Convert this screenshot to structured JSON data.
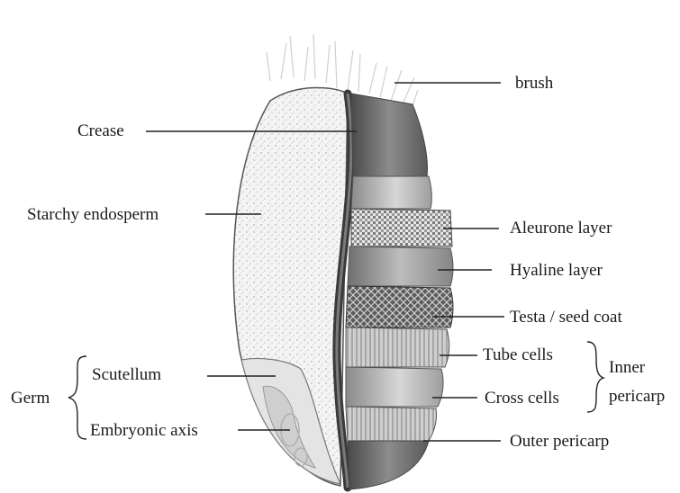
{
  "diagram": {
    "labels": {
      "brush": "brush",
      "crease": "Crease",
      "starchy_endosperm": "Starchy endosperm",
      "aleurone_layer": "Aleurone layer",
      "hyaline_layer": "Hyaline layer",
      "testa_seed_coat": "Testa / seed coat",
      "tube_cells": "Tube cells",
      "inner_pericarp_line1": "Inner",
      "inner_pericarp_line2": "pericarp",
      "cross_cells": "Cross cells",
      "scutellum": "Scutellum",
      "germ": "Germ",
      "embryonic_axis": "Embryonic axis",
      "outer_pericarp": "Outer pericarp"
    }
  }
}
